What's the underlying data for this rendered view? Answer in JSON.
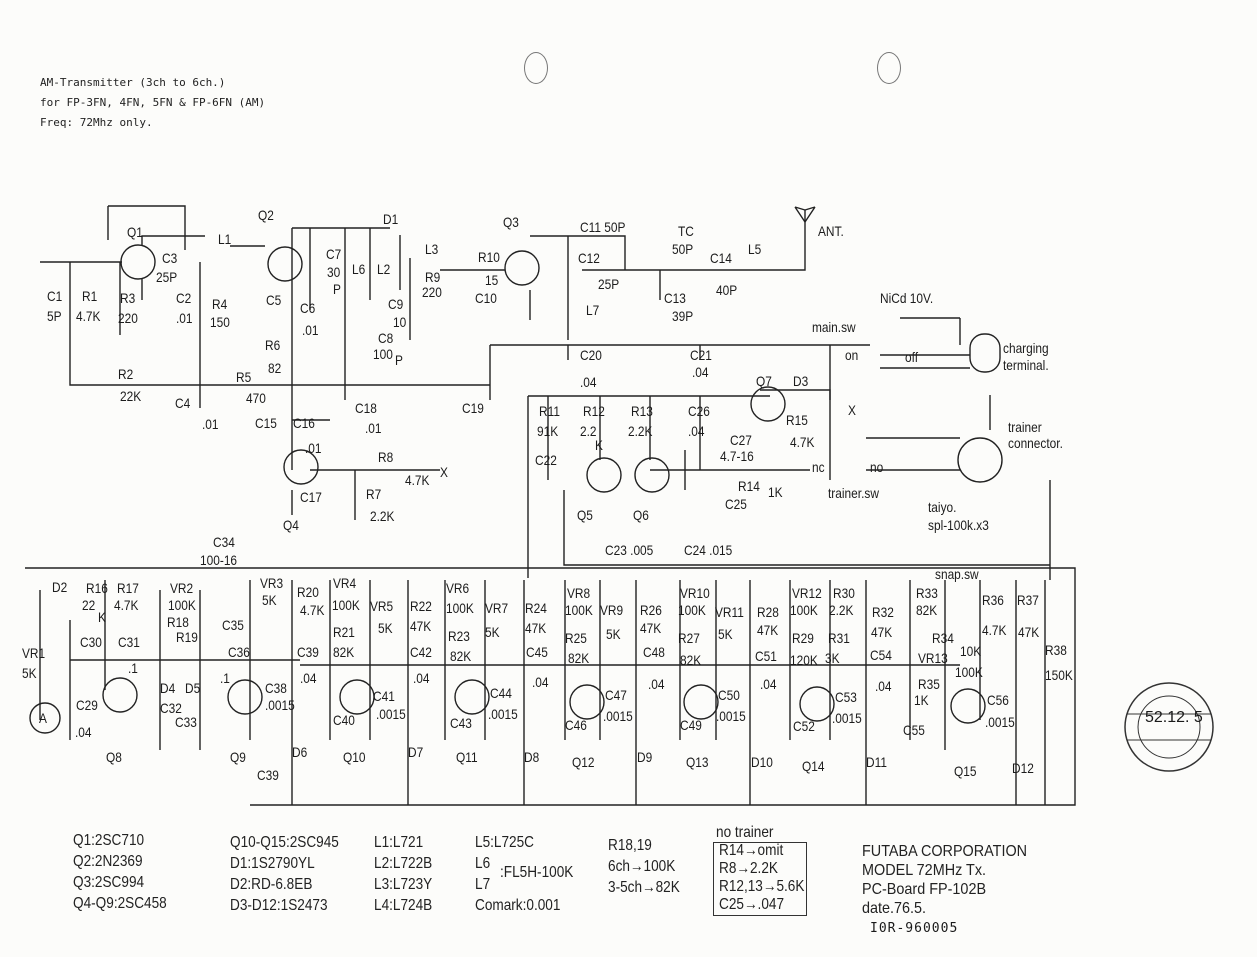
{
  "header": {
    "line1": "AM-Transmitter (3ch to 6ch.)",
    "line2": "for FP-3FN, 4FN, 5FN & FP-6FN (AM)",
    "line3": "Freq: 72Mhz only."
  },
  "labels": [
    "Q1",
    "C3",
    "25P",
    "L1",
    "Q2",
    "C7",
    "30",
    "P",
    "L6",
    "L2",
    "D1",
    "L3",
    "R10",
    "15",
    "Q3",
    "C11 50P",
    "C12",
    "25P",
    "TC",
    "50P",
    "C14",
    "40P",
    "L5",
    "ANT.",
    "C1",
    "5P",
    "R1",
    "4.7K",
    "R3",
    "220",
    "C2",
    ".01",
    "R4",
    "150",
    "C5",
    "C6",
    ".01",
    "C9",
    "10",
    "C8",
    "100",
    "P",
    "R9",
    "220",
    "C10",
    "L7",
    "C13",
    "39P",
    "R6",
    "82",
    "R2",
    "22K",
    "R5",
    "470",
    "C4",
    ".01",
    "C18",
    ".01",
    "C19",
    "C20",
    ".04",
    "C21",
    ".04",
    "NiCd 10V.",
    "main.sw",
    "on",
    "off",
    "charging",
    "terminal.",
    "Q7",
    "D3",
    "R15",
    "4.7K",
    "X",
    "R11",
    "91K",
    "R12",
    "2.2",
    "K",
    "R13",
    "2.2K",
    "C26",
    ".04",
    "C27",
    "4.7-16",
    "R14",
    "1K",
    "nc",
    "no",
    "trainer.sw",
    "trainer",
    "connector.",
    "taiyo.",
    "spl-100k.x3",
    "C22",
    "C25",
    "Q5",
    "Q6",
    "C23 .005",
    "C24 .015",
    "C15",
    "C16",
    ".01",
    "Q4",
    "C17",
    "R8",
    "4.7K",
    "X",
    "R7",
    "2.2K",
    "C34",
    "100-16",
    "snap.sw",
    "D2",
    "R16",
    "22",
    "R17",
    "4.7K",
    "VR2",
    "100K",
    "K",
    "R18",
    "R19",
    "VR1",
    "5K",
    "C30",
    "C31",
    ".1",
    "C35",
    "C36",
    "D4",
    "D5",
    ".1",
    "C29",
    ".04",
    "A",
    "Q8",
    "C32",
    "C33",
    "Q9",
    "C38",
    ".0015",
    "VR3",
    "5K",
    "R20",
    "4.7K",
    "VR4",
    "100K",
    "R21",
    "82K",
    "C39",
    ".04",
    "D6",
    "C40",
    "C41",
    ".0015",
    "Q10",
    "D7",
    "VR5",
    "5K",
    "R22",
    "47K",
    "VR6",
    "100K",
    "R23",
    "82K",
    "C42",
    ".04",
    "C43",
    "C44",
    ".0015",
    "Q11",
    "D8",
    "VR7",
    "5K",
    "R24",
    "47K",
    "VR8",
    "100K",
    "R25",
    "82K",
    "C45",
    ".04",
    "C46",
    "C47",
    ".0015",
    "Q12",
    "D9",
    "VR9",
    "5K",
    "R26",
    "47K",
    "VR10",
    "100K",
    "R27",
    "82K",
    "C48",
    ".04",
    "C49",
    "C50",
    ".0015",
    "Q13",
    "D10",
    "VR11",
    "5K",
    "R28",
    "47K",
    "VR12",
    "100K",
    "R30",
    "2.2K",
    "R29",
    "120K",
    "R31",
    "3K",
    "C51",
    ".04",
    "C52",
    "C53",
    ".0015",
    "Q14",
    "D11",
    "R32",
    "47K",
    "C54",
    ".04",
    "R33",
    "82K",
    "R34",
    "10K",
    "VR13",
    "100K",
    "R35",
    "1K",
    "C55",
    "Q15",
    "R36",
    "4.7K",
    "R37",
    "47K",
    "R38",
    "150K",
    "C56",
    ".0015",
    "D12",
    "C39"
  ],
  "legend": {
    "col1": [
      "Q1:2SC710",
      "Q2:2N2369",
      "Q3:2SC994",
      "Q4-Q9:2SC458"
    ],
    "col2": [
      "Q10-Q15:2SC945",
      "D1:1S2790YL",
      "D2:RD-6.8EB",
      "D3-D12:1S2473"
    ],
    "col3": [
      "L1:L721",
      "L2:L722B",
      "L3:L723Y",
      "L4:L724B"
    ],
    "col4": [
      "L5:L725C",
      "L6",
      "L7",
      "Comark:0.001"
    ],
    "col4_l67": ":FL5H-100K",
    "col5": [
      "R18,19",
      "6ch→100K",
      "3-5ch→82K"
    ],
    "no_trainer_title": "no trainer",
    "no_trainer": [
      "R14→omit",
      "R8→2.2K",
      "R12,13→5.6K",
      "C25→.047"
    ]
  },
  "company": {
    "name": "FUTABA CORPORATION",
    "model": "MODEL  72MHz Tx.",
    "board": "PC-Board FP-102B",
    "date": "date.76.5.",
    "serial": "I0R-960005"
  },
  "stamp": {
    "date": "52.12. 5"
  }
}
